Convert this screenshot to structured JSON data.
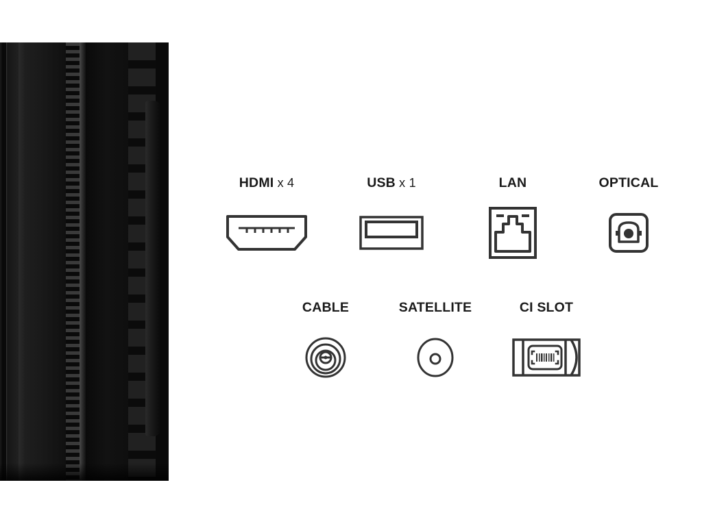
{
  "product_photo": {
    "name": "tv-side-port-panel-photo",
    "description": "Close-up photograph of the side connector panel of a flat-screen TV",
    "physical_ports": [
      {
        "name": "usb-3-port",
        "accent_color": "#1b5fa8"
      },
      {
        "name": "lan-rj45-port"
      },
      {
        "name": "hdmi-port-1"
      },
      {
        "name": "hdmi-port-2"
      },
      {
        "name": "cable-coax-port"
      },
      {
        "name": "satellite-coax-port"
      },
      {
        "name": "optical-toslink-port"
      },
      {
        "name": "hdmi-port-3"
      },
      {
        "name": "hdmi-port-4"
      },
      {
        "name": "ci-card-slot"
      }
    ]
  },
  "colors": {
    "label": "#1a1a1a",
    "icon_stroke": "#333333",
    "background": "#ffffff"
  },
  "specs": {
    "row_1": [
      {
        "id": "hdmi",
        "label": "HDMI",
        "qty": "x 4",
        "icon": "hdmi-port-icon"
      },
      {
        "id": "usb",
        "label": "USB",
        "qty": "x 1",
        "icon": "usb-port-icon"
      },
      {
        "id": "lan",
        "label": "LAN",
        "qty": "",
        "icon": "lan-port-icon"
      },
      {
        "id": "optical",
        "label": "OPTICAL",
        "qty": "",
        "icon": "optical-port-icon"
      }
    ],
    "row_2": [
      {
        "id": "cable",
        "label": "CABLE",
        "qty": "",
        "icon": "coax-cable-icon"
      },
      {
        "id": "satellite",
        "label": "SATELLITE",
        "qty": "",
        "icon": "satellite-connector-icon"
      },
      {
        "id": "cislot",
        "label": "CI SLOT",
        "qty": "",
        "icon": "ci-card-slot-icon"
      }
    ]
  }
}
